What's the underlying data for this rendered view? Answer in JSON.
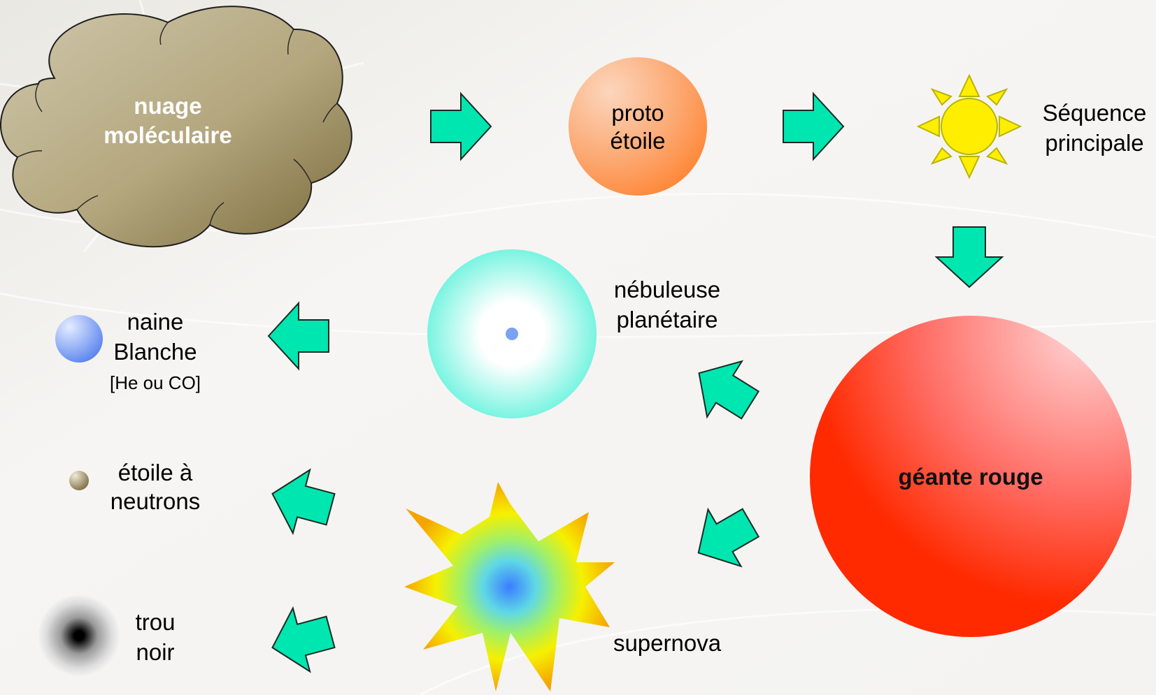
{
  "colors": {
    "background": "#f4f3f1",
    "arrow_fill": "#00e6b0",
    "arrow_stroke": "#1a2a22",
    "cloud_light": "#cfc7ac",
    "cloud_dark": "#7a6a3c",
    "cloud_text": "#ffffff",
    "protostar_light": "#fcd6bd",
    "protostar_dark": "#ff8533",
    "sun_fill": "#ffee00",
    "sun_stroke": "#b9b400",
    "red_giant_light": "#ffd4d4",
    "red_giant_dark": "#ff2a00",
    "nebula_outer": "#79f4e1",
    "nebula_core": "#7aa2f0",
    "white_dwarf_light": "#e4ecff",
    "white_dwarf_dark": "#5580ee",
    "neutron_light": "#f0ead8",
    "neutron_dark": "#7b6a3e",
    "black_hole_core": "#000000",
    "supernova_core": "#3b7dff",
    "supernova_mid": "#9ff06a",
    "supernova_outer": "#f6f000",
    "supernova_edge": "#f5a400"
  },
  "stages": {
    "nuage": {
      "line1": "nuage",
      "line2": "moléculaire",
      "icon": "cloud-icon"
    },
    "proto": {
      "line1": "proto",
      "line2": "étoile",
      "icon": "protostar-sphere"
    },
    "sequence": {
      "line1": "Séquence",
      "line2": "principale",
      "icon": "sun-icon"
    },
    "geante": {
      "label": "géante rouge",
      "icon": "red-giant-sphere"
    },
    "nebuleuse": {
      "line1": "nébuleuse",
      "line2": "planétaire",
      "icon": "nebula-icon"
    },
    "supernova": {
      "label": "supernova",
      "icon": "supernova-starburst-icon"
    },
    "naine": {
      "line1": "naine",
      "line2": "Blanche",
      "line3": "[He ou CO]",
      "icon": "white-dwarf-sphere"
    },
    "neutrons": {
      "line1": "étoile à",
      "line2": "neutrons",
      "icon": "neutron-star-sphere"
    },
    "trou_noir": {
      "line1": "trou",
      "line2": "noir",
      "icon": "black-hole-icon"
    }
  },
  "arrows": [
    {
      "name": "arrow-nuage-to-proto",
      "direction": "right"
    },
    {
      "name": "arrow-proto-to-sequence",
      "direction": "right"
    },
    {
      "name": "arrow-sequence-to-geante",
      "direction": "down"
    },
    {
      "name": "arrow-geante-to-nebuleuse",
      "direction": "up-left"
    },
    {
      "name": "arrow-geante-to-supernova",
      "direction": "down-left"
    },
    {
      "name": "arrow-nebuleuse-to-naine",
      "direction": "left"
    },
    {
      "name": "arrow-supernova-to-neutrons",
      "direction": "up-left"
    },
    {
      "name": "arrow-supernova-to-trou-noir",
      "direction": "down-left"
    }
  ]
}
